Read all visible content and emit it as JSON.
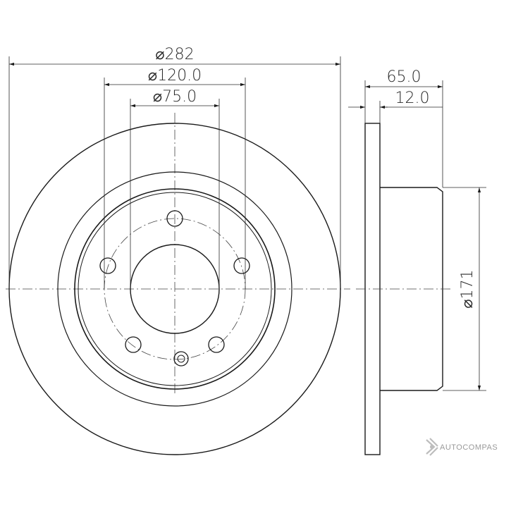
{
  "dimensions": {
    "outer_diameter": "⌀282",
    "bolt_circle": "⌀120.0",
    "center_bore": "⌀75.0",
    "total_height": "65.0",
    "thickness": "12.0",
    "hub_diameter": "⌀171"
  },
  "watermark": {
    "text": "AUTOCOMPAS",
    "icon": "autocompas-logo-icon"
  }
}
